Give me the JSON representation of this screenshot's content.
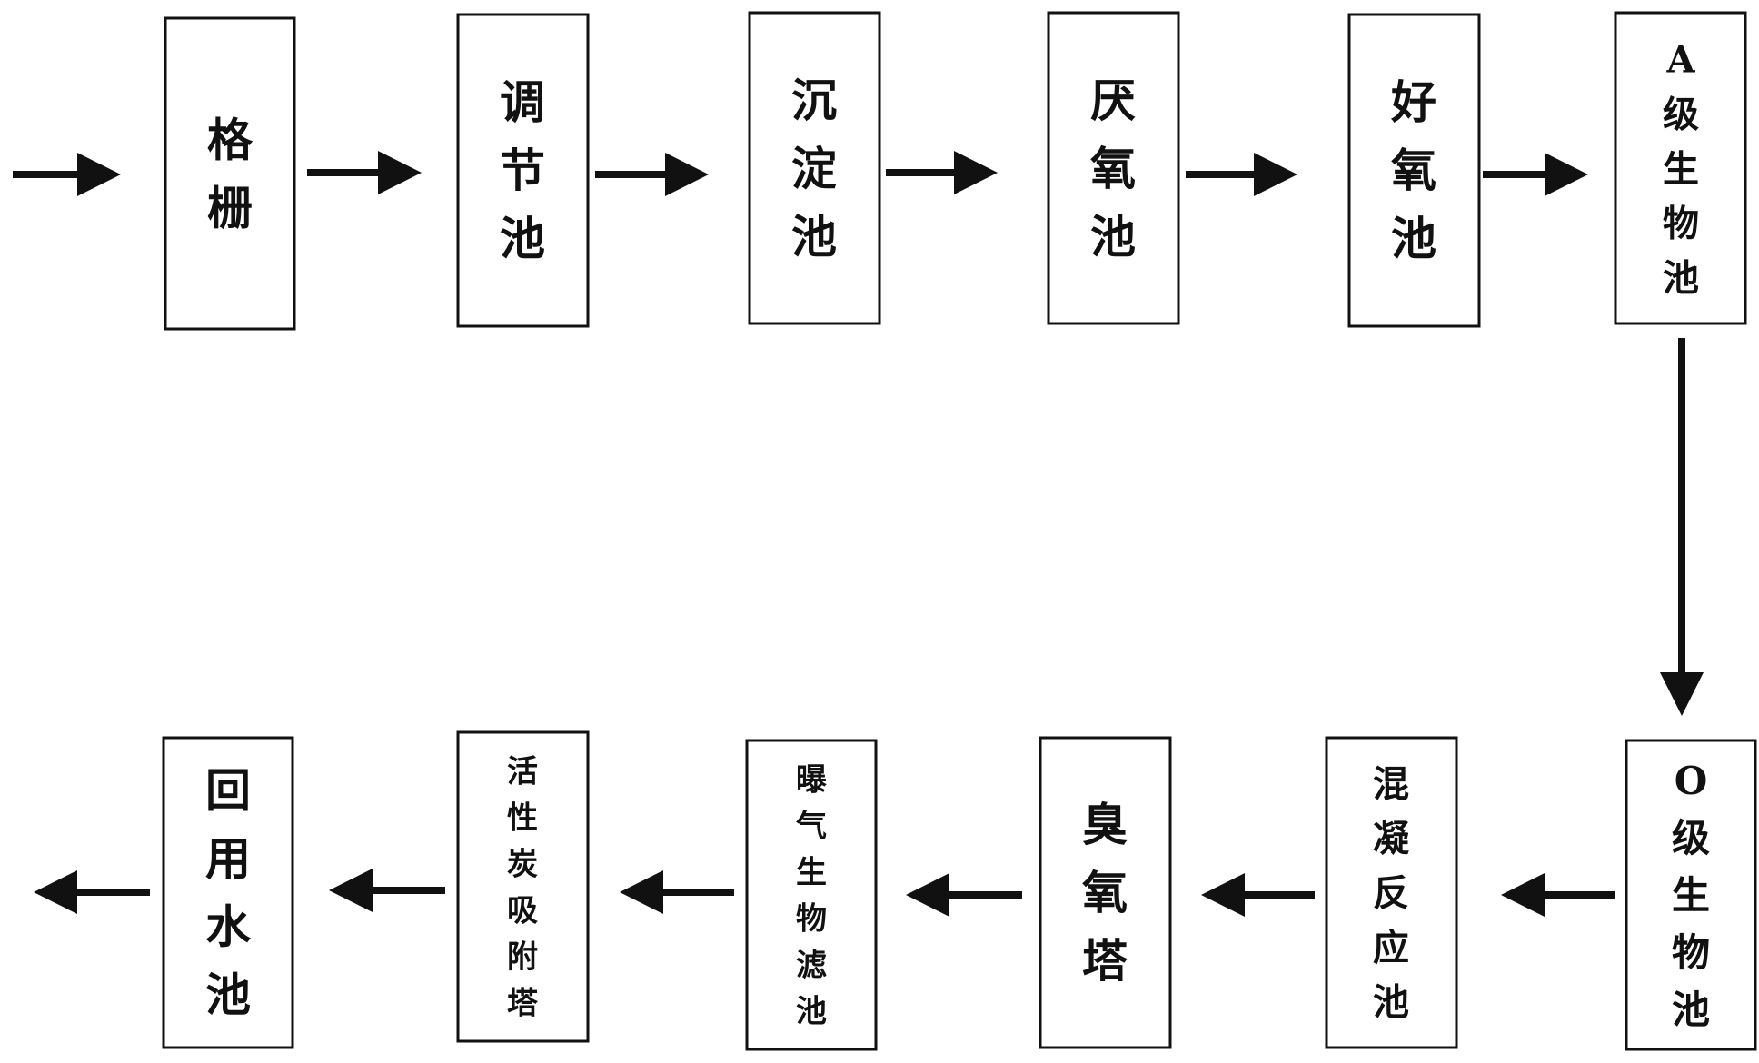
{
  "diagram": {
    "type": "process-flow",
    "nodes": [
      {
        "id": "grille",
        "label": "格栅"
      },
      {
        "id": "regulating-tank",
        "label": "调节池"
      },
      {
        "id": "sedimentation-tank",
        "label": "沉淀池"
      },
      {
        "id": "anaerobic-tank",
        "label": "厌氧池"
      },
      {
        "id": "aerobic-tank",
        "label": "好氧池"
      },
      {
        "id": "a-stage-bio-tank",
        "label": "A级生物池"
      },
      {
        "id": "o-stage-bio-tank",
        "label": "O级生物池"
      },
      {
        "id": "coagulation-tank",
        "label": "混凝反应池"
      },
      {
        "id": "ozone-tower",
        "label": "臭氧塔"
      },
      {
        "id": "aerated-biofilter",
        "label": "曝气生物滤池"
      },
      {
        "id": "activated-carbon-tower",
        "label": "活性炭吸附塔"
      },
      {
        "id": "reuse-water-tank",
        "label": "回用水池"
      }
    ],
    "edges": [
      {
        "from": "",
        "to": "grille"
      },
      {
        "from": "grille",
        "to": "regulating-tank"
      },
      {
        "from": "regulating-tank",
        "to": "sedimentation-tank"
      },
      {
        "from": "sedimentation-tank",
        "to": "anaerobic-tank"
      },
      {
        "from": "anaerobic-tank",
        "to": "aerobic-tank"
      },
      {
        "from": "aerobic-tank",
        "to": "a-stage-bio-tank"
      },
      {
        "from": "a-stage-bio-tank",
        "to": "o-stage-bio-tank"
      },
      {
        "from": "o-stage-bio-tank",
        "to": "coagulation-tank"
      },
      {
        "from": "coagulation-tank",
        "to": "ozone-tower"
      },
      {
        "from": "ozone-tower",
        "to": "aerated-biofilter"
      },
      {
        "from": "aerated-biofilter",
        "to": "activated-carbon-tower"
      },
      {
        "from": "activated-carbon-tower",
        "to": "reuse-water-tank"
      },
      {
        "from": "reuse-water-tank",
        "to": ""
      }
    ],
    "colors": {
      "stroke": "#111111",
      "fill": "#ffffff"
    }
  }
}
